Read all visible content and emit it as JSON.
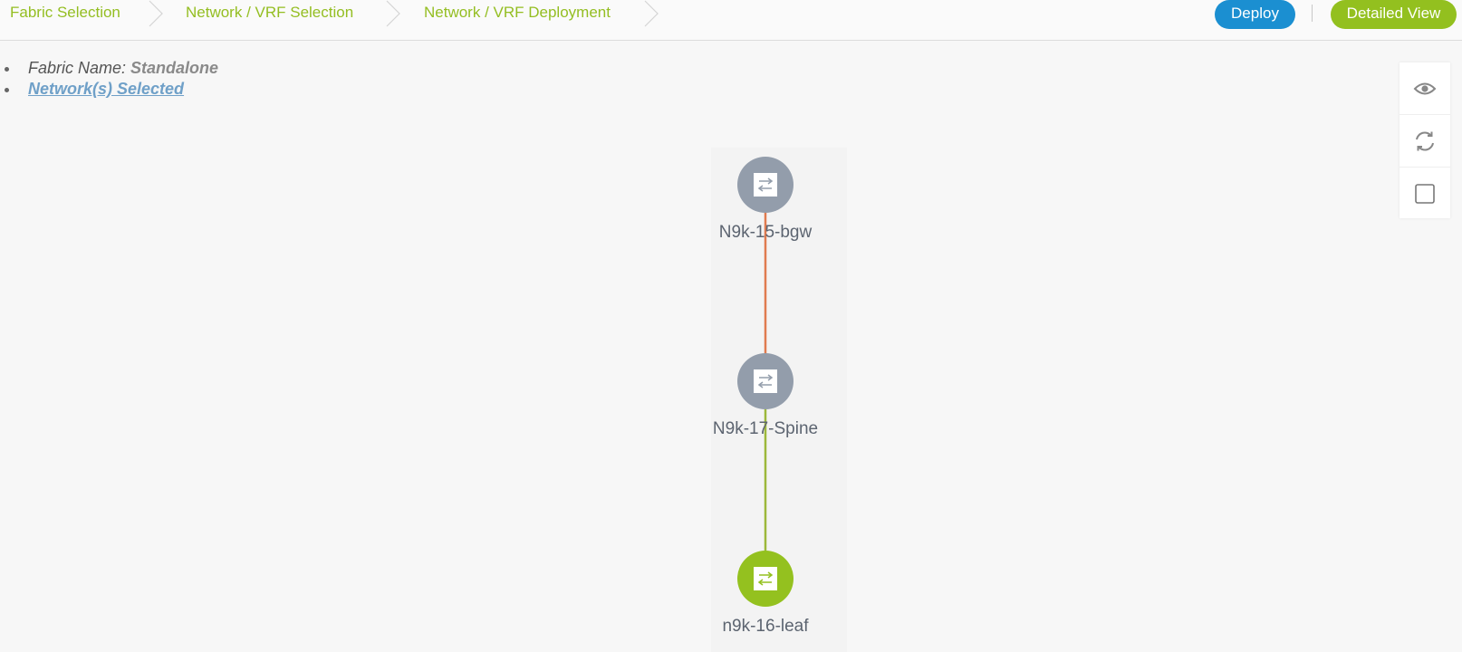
{
  "wizard": {
    "steps": [
      {
        "label": "Fabric Selection"
      },
      {
        "label": "Network / VRF Selection"
      },
      {
        "label": "Network / VRF Deployment"
      }
    ],
    "deploy_label": "Deploy",
    "detailed_view_label": "Detailed View"
  },
  "info": {
    "fabric_name_label": "Fabric Name:",
    "fabric_name_value": "Standalone",
    "networks_selected_link": "Network(s) Selected"
  },
  "tools": [
    "eye-icon",
    "refresh-icon",
    "checkbox-icon"
  ],
  "topology": {
    "nodes": [
      {
        "name": "N9k-15-bgw",
        "status": "gray"
      },
      {
        "name": "N9k-17-Spine",
        "status": "gray"
      },
      {
        "name": "n9k-16-leaf",
        "status": "green"
      }
    ],
    "links": [
      {
        "from": "N9k-15-bgw",
        "to": "N9k-17-Spine",
        "color": "#e07b4f"
      },
      {
        "from": "N9k-17-Spine",
        "to": "n9k-16-leaf",
        "color": "#9cb83a"
      }
    ]
  },
  "colors": {
    "accent_green": "#94be22",
    "deploy_blue": "#1b8fd1",
    "node_gray": "#939dab",
    "node_green": "#94c11f"
  }
}
